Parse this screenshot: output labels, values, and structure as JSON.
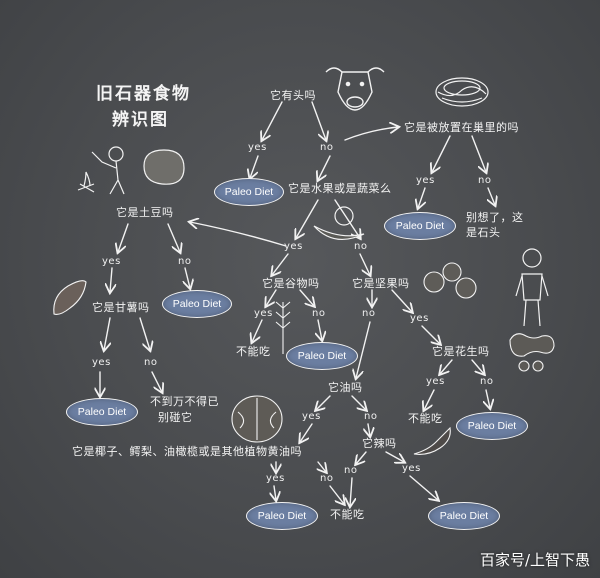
{
  "title": {
    "line1": "旧石器食物",
    "line2": "辨识图"
  },
  "questions": {
    "head": "它有头吗",
    "nest": "它是被放置在巢里的吗",
    "veg": "它是水果或是蔬菜么",
    "potato": "它是土豆吗",
    "sweet_potato": "它是甘薯吗",
    "grain": "它是谷物吗",
    "nut": "它是坚果吗",
    "oil": "它油吗",
    "peanut": "它是花生吗",
    "spicy": "它辣吗",
    "coconut": "它是椰子、鳄梨、油橄榄或是其他植物黄油吗"
  },
  "answers": {
    "yes": "yes",
    "no": "no",
    "paleo": "Paleo Diet",
    "dont_eat": "不能吃",
    "stone": "别想了，这是石头",
    "last_resort_1": "不到万不得已",
    "last_resort_2": "别碰它"
  },
  "watermark": "百家号/上智下愚",
  "colors": {
    "board": "#4a4c4f",
    "chalk": "#f2f2f2",
    "pill": "#6b7ea1"
  }
}
